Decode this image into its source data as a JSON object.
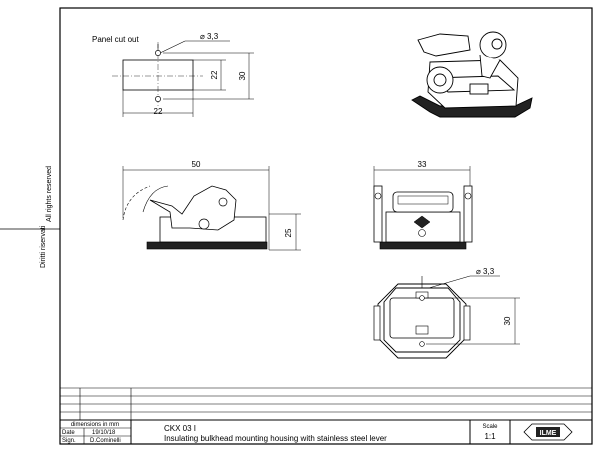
{
  "side": {
    "rights_reserved": "All rights reserved",
    "diritti_riservati": "Diritti riservati"
  },
  "panel": {
    "label": "Panel cut out",
    "hole_dia": "⌀ 3,3",
    "inner_height": "22",
    "outer_height": "30",
    "width": "22"
  },
  "side_view": {
    "width": "50",
    "height": "25"
  },
  "front_view": {
    "width": "33"
  },
  "top_view": {
    "hole_dia": "⌀ 3,3",
    "height": "30"
  },
  "title_block": {
    "dimensions_label": "dimensions in mm",
    "date_label": "Date",
    "date_value": "19/10/18",
    "sign_label": "Sign.",
    "sign_value": "D.Cominelli",
    "code": "CKX 03 I",
    "description": "Insulating bulkhead mounting housing with stainless steel lever",
    "scale_label": "Scale",
    "scale_value": "1:1",
    "logo": "ILME"
  }
}
